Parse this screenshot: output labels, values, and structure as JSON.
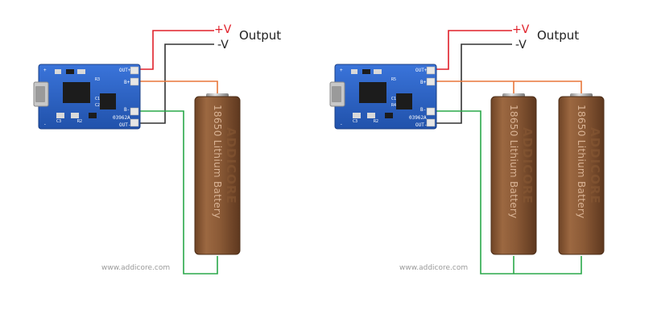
{
  "output_label": "Output",
  "positive_label": "+V",
  "negative_label": "-V",
  "watermark": "www.addicore.com",
  "battery": {
    "label": "18650 Lithium Battery",
    "brand": "ADDICORE"
  },
  "board": {
    "pad_out_pos": "OUT+",
    "pad_b_pos": "B+",
    "pad_b_neg": "B-",
    "pad_out_neg": "OUT-",
    "pad_plus": "+",
    "pad_minus": "-",
    "chip_code": "03962A",
    "components": [
      "R3",
      "C1",
      "C2",
      "R5",
      "R4",
      "C3",
      "R2"
    ]
  },
  "colors": {
    "positive_wire": "#e0202a",
    "negative_wire": "#333333",
    "battery_pos_wire": "#e8773a",
    "battery_neg_wire": "#2aa84a",
    "pcb": "#2b63c8",
    "battery_body": "#8b5a36",
    "battery_cap": "#b8b8b8"
  },
  "panels": [
    {
      "name": "single-battery",
      "battery_count": 1
    },
    {
      "name": "dual-parallel-battery",
      "battery_count": 2
    }
  ]
}
